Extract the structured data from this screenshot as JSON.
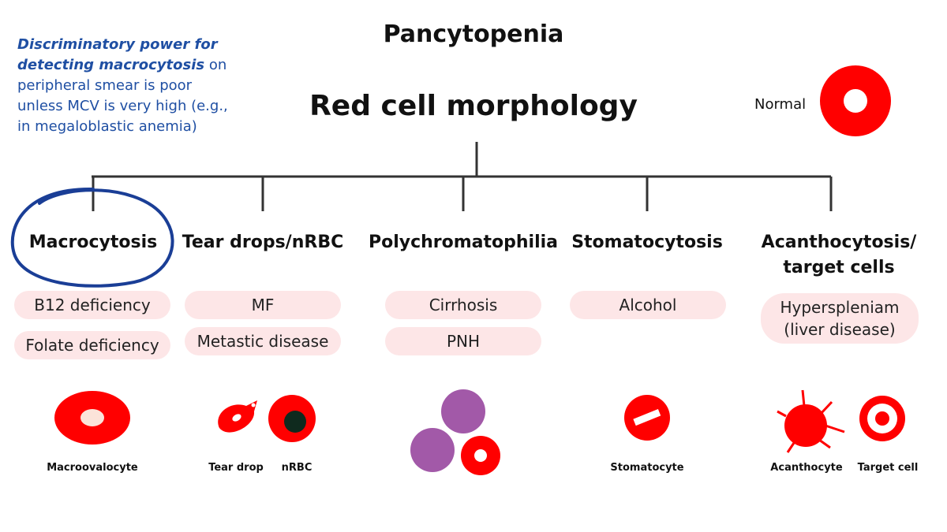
{
  "title": "Pancytopenia",
  "subtitle": "Red cell morphology",
  "note": {
    "emphasis": "Discriminatory power for detecting macrocytosis",
    "rest": " on peripheral smear is poor unless MCV is very high (e.g., in megaloblastic anemia)"
  },
  "normal_label": "Normal",
  "categories": [
    {
      "label": "Macrocytosis",
      "items": [
        "B12 deficiency",
        "Folate  deficiency"
      ]
    },
    {
      "label": "Tear drops/nRBC",
      "items": [
        "MF",
        "Metastic disease"
      ]
    },
    {
      "label": "Polychromatophilia",
      "items": [
        "Cirrhosis",
        "PNH"
      ]
    },
    {
      "label": "Stomatocytosis",
      "items": [
        "Alcohol"
      ]
    },
    {
      "label": "Acanthocytosis/ target cells",
      "items": [
        "Hyperspleniam (liver disease)"
      ]
    }
  ],
  "captions": {
    "macroovalocyte": "Macroovalocyte",
    "tear_drop": "Tear drop",
    "nrbc": "nRBC",
    "stomatocyte": "Stomatocyte",
    "acanthocyte": "Acanthocyte",
    "target_cell": "Target cell"
  },
  "colors": {
    "cell_red": "#ff0000",
    "note_blue": "#1f4fa3",
    "pill_pink": "#fde6e7",
    "purple": "#a259a8",
    "circle_blue": "#1a3e96"
  }
}
